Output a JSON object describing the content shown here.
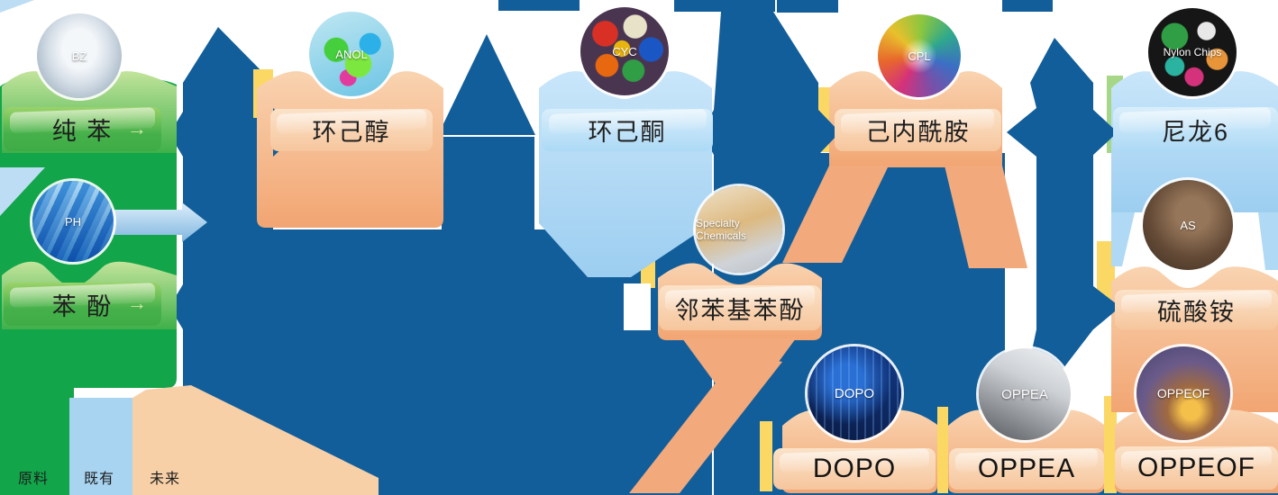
{
  "nodes": {
    "benzene": {
      "label": "纯  苯",
      "badge": "BZ"
    },
    "phenol": {
      "label": "苯  酚",
      "badge": "PH"
    },
    "cyclohexanol": {
      "label": "环己醇",
      "badge": "ANOL"
    },
    "cyclohexanone": {
      "label": "环己酮",
      "badge": "CYC"
    },
    "caprolactam": {
      "label": "己内酰胺",
      "badge": "CPL"
    },
    "nylon6": {
      "label": "尼龙6",
      "badge": "Nylon Chips"
    },
    "opp": {
      "label": "邻苯基苯酚",
      "badge": "Specialty Chemicals"
    },
    "ammonium_sulfate": {
      "label": "硫酸铵",
      "badge": "AS"
    },
    "dopo": {
      "label": "DOPO",
      "badge": "DOPO"
    },
    "oppea": {
      "label": "OPPEA",
      "badge": "OPPEA"
    },
    "oppeof": {
      "label": "OPPEOF",
      "badge": "OPPEOF"
    }
  },
  "legend": {
    "raw": {
      "label": "原料",
      "color": "#12A54A"
    },
    "existing": {
      "label": "既有",
      "color": "#A8D4F1"
    },
    "future": {
      "label": "未来",
      "color": "#F7D0A8"
    }
  },
  "decor": {
    "flow_arrow": "→"
  },
  "colors": {
    "navy_arrow": "#125E9A",
    "green_raw": "#12A54A",
    "orange_future": "#F2A572",
    "blue_existing": "#A8D4F1",
    "yellow_stripe": "#FBD763"
  }
}
